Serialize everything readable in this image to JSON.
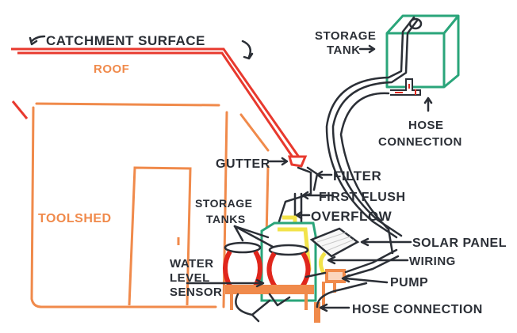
{
  "title": "Rainwater harvesting system diagram",
  "colors": {
    "roof": "#e8392e",
    "shed": "#f08a4b",
    "ink": "#2b2f36",
    "tank_top": "#2aa57a",
    "barrel": "#e0261c",
    "wiring": "#f2e34a"
  },
  "labels": {
    "catchment": "CATCHMENT SURFACE",
    "roof": "ROOF",
    "toolshed": "TOOLSHED",
    "storage_tank_1": "STORAGE",
    "storage_tank_2": "TANK",
    "hose_top_1": "HOSE",
    "hose_top_2": "CONNECTION",
    "gutter": "GUTTER",
    "filter": "FILTER",
    "first_flush": "FIRST FLUSH",
    "overflow": "OVERFLOW",
    "storage_tanks_1": "STORAGE",
    "storage_tanks_2": "TANKS",
    "solar_panel": "SOLAR PANEL",
    "wiring": "WIRING",
    "water_1": "WATER",
    "water_2": "LEVEL",
    "water_3": "SENSOR",
    "pump": "PUMP",
    "hose_bottom": "HOSE CONNECTION"
  }
}
